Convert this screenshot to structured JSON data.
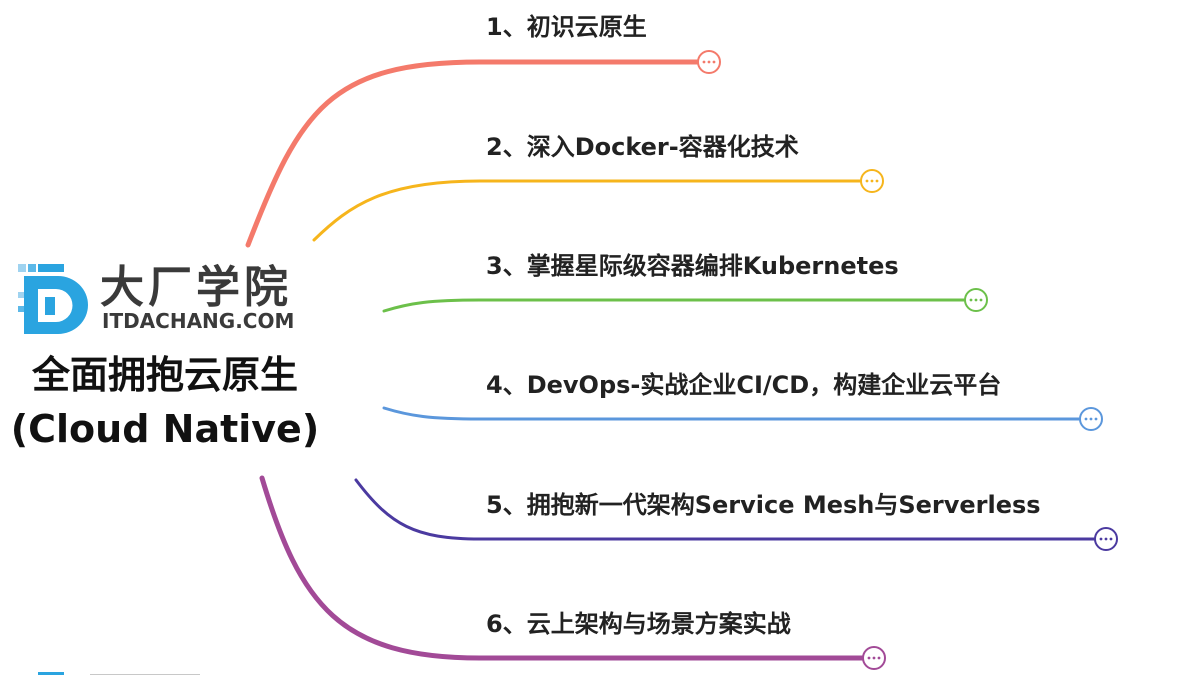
{
  "logo": {
    "cn": "大厂学院",
    "en": "ITDACHANG.COM",
    "colors": {
      "mark": "#2aa4e0",
      "text": "#3a3a3a"
    }
  },
  "root": {
    "line1": "全面拥抱云原生",
    "line2": "(Cloud Native)"
  },
  "branches": [
    {
      "label": "1、初识云原生",
      "color": "#f47a6b",
      "collapse_icon": "ellipsis-circle-icon"
    },
    {
      "label": "2、深入Docker-容器化技术",
      "color": "#f6b51c",
      "collapse_icon": "ellipsis-circle-icon"
    },
    {
      "label": "3、掌握星际级容器编排Kubernetes",
      "color": "#6cc04a",
      "collapse_icon": "ellipsis-circle-icon"
    },
    {
      "label": "4、DevOps-实战企业CI/CD，构建企业云平台",
      "color": "#5b97dc",
      "collapse_icon": "ellipsis-circle-icon"
    },
    {
      "label": "5、拥抱新一代架构Service Mesh与Serverless",
      "color": "#4b3aa0",
      "collapse_icon": "ellipsis-circle-icon"
    },
    {
      "label": "6、云上架构与场景方案实战",
      "color": "#a24a97",
      "collapse_icon": "ellipsis-circle-icon"
    }
  ]
}
